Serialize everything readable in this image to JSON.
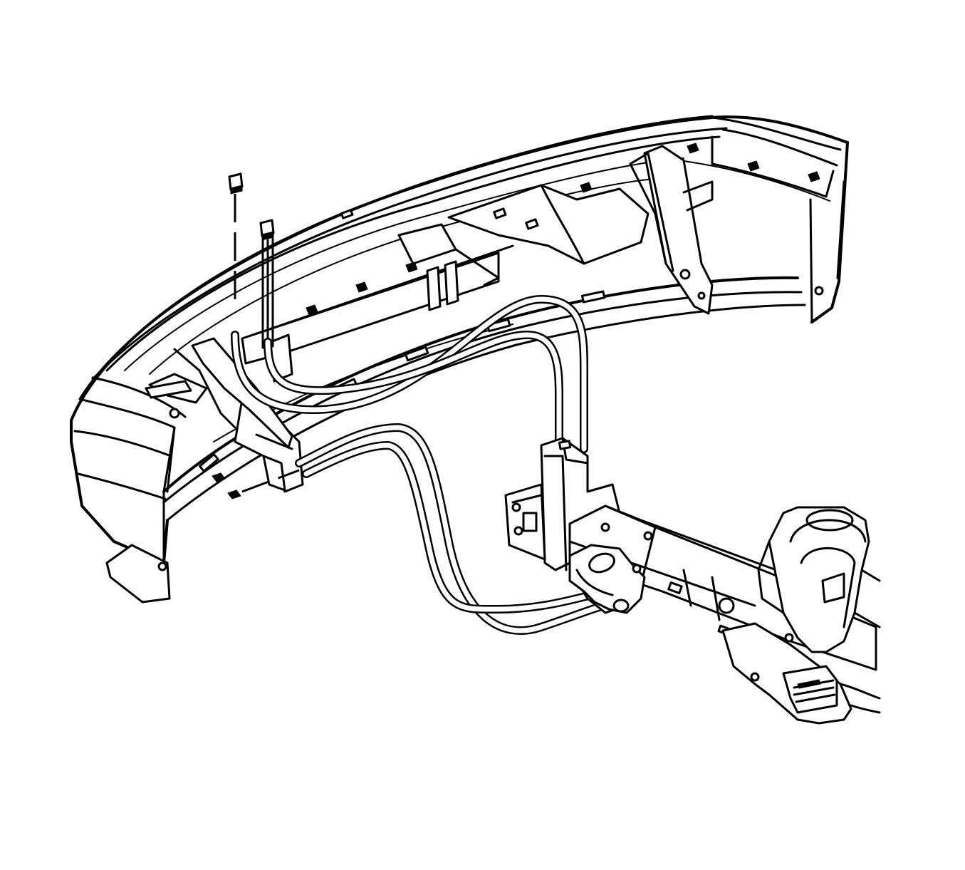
{
  "diagram": {
    "type": "exploded-assembly-line-art",
    "background_color": "#ffffff",
    "line_color": "#000000",
    "components": [
      "bumper-fascia",
      "bumper-support-bracket",
      "frame-rail",
      "tow-hook",
      "bolt",
      "nut"
    ],
    "text_labels": []
  }
}
